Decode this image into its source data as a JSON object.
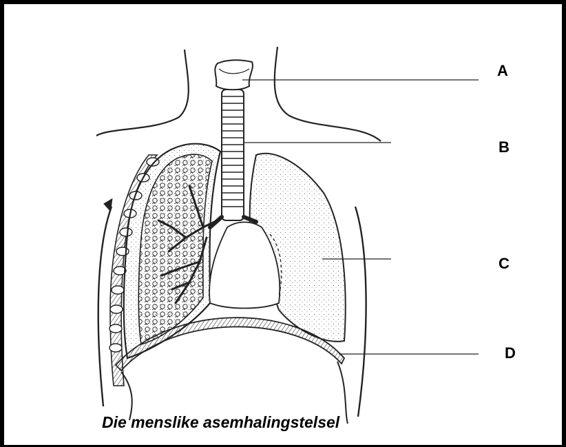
{
  "labels": {
    "a": "A",
    "b": "B",
    "c": "C",
    "d": "D"
  },
  "caption": "Die menslike asemhalingstelsel",
  "colors": {
    "border": "#000000",
    "ink": "#222222",
    "background": "#ffffff"
  }
}
